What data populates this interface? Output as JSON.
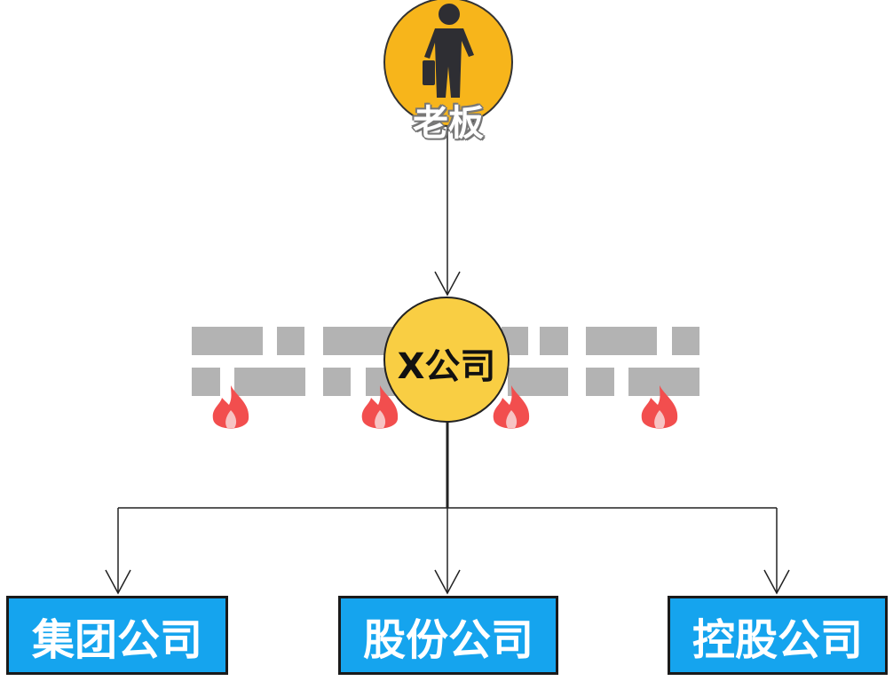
{
  "boss": {
    "label": "老板",
    "icon": "businessman-icon",
    "color": "#F7B51B"
  },
  "company": {
    "label": "X公司",
    "color": "#F9CE43"
  },
  "subsidiaries": [
    {
      "label": "集团公司"
    },
    {
      "label": "股份公司"
    },
    {
      "label": "控股公司"
    }
  ],
  "colors": {
    "box": "#15A4EE",
    "bars": "#B3B3B3",
    "flame": "#F24E4E"
  }
}
